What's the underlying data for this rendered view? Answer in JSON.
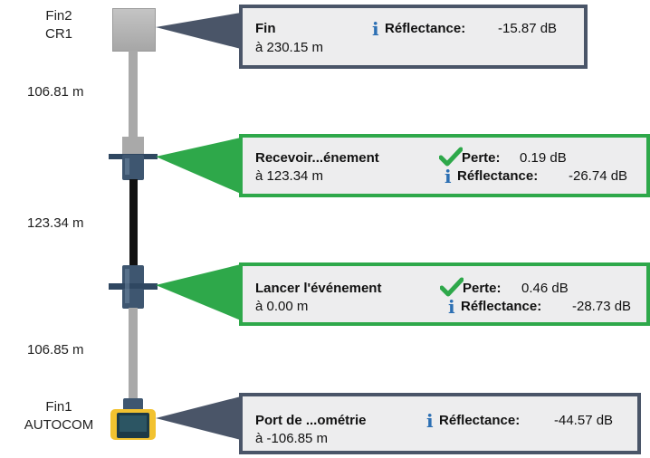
{
  "links": {
    "top_end": {
      "line1": "Fin2",
      "line2": "CR1"
    },
    "bottom_end": {
      "line1": "Fin1",
      "line2": "AUTOCOM"
    },
    "distances": [
      "106.81 m",
      "123.34 m",
      "106.85 m"
    ]
  },
  "events": [
    {
      "title": "Fin",
      "position": "à 230.15 m",
      "reflectance_label": "Réflectance:",
      "reflectance_value": "-15.87 dB"
    },
    {
      "title": "Recevoir...énement",
      "position": "à 123.34 m",
      "loss_label": "Perte:",
      "loss_value": "0.19 dB",
      "reflectance_label": "Réflectance:",
      "reflectance_value": "-26.74 dB"
    },
    {
      "title": "Lancer l'événement",
      "position": "à 0.00 m",
      "loss_label": "Perte:",
      "loss_value": "0.46 dB",
      "reflectance_label": "Réflectance:",
      "reflectance_value": "-28.73 dB"
    },
    {
      "title": "Port de ...ométrie",
      "position": "à -106.85 m",
      "reflectance_label": "Réflectance:",
      "reflectance_value": "-44.57 dB"
    }
  ],
  "icons": {
    "info": "info-icon",
    "pass": "check-icon"
  },
  "colors": {
    "pass_border": "#2ea84a",
    "neutral_border": "#4a5568",
    "info_icon": "#2c6fb3",
    "check_icon": "#2ea84a",
    "connector": "#3e5670",
    "fiber_gray": "#a9a9a9",
    "fiber_black": "#111111"
  }
}
